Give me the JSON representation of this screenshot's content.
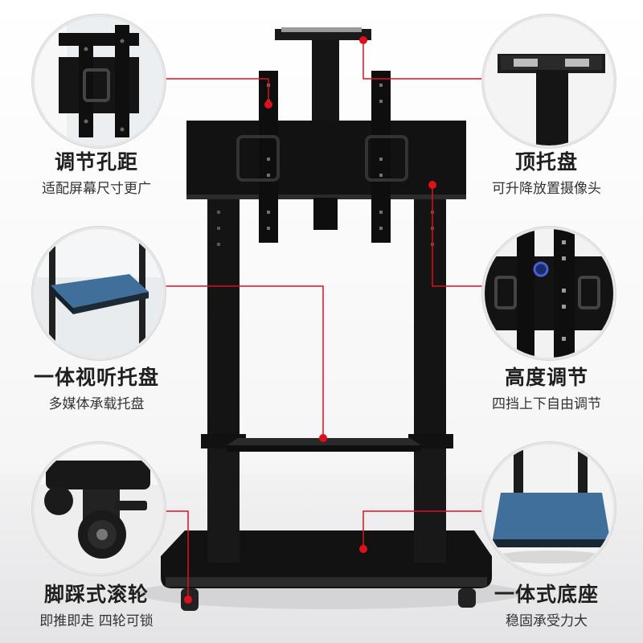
{
  "colors": {
    "accent": "#e0101a",
    "frame": "#151515",
    "shelf_blue": "#3f6f9a"
  },
  "features": {
    "left": [
      {
        "icon": "mount-holes-icon",
        "title": "调节孔距",
        "subtitle": "适配屏幕尺寸更广"
      },
      {
        "icon": "av-shelf-icon",
        "title": "一体视听托盘",
        "subtitle": "多媒体承载托盘"
      },
      {
        "icon": "caster-wheel-icon",
        "title": "脚踩式滚轮",
        "subtitle": "即推即走 四轮可锁"
      }
    ],
    "right": [
      {
        "icon": "top-tray-icon",
        "title": "顶托盘",
        "subtitle": "可升降放置摄像头"
      },
      {
        "icon": "height-adjust-icon",
        "title": "高度调节",
        "subtitle": "四挡上下自由调节"
      },
      {
        "icon": "base-icon",
        "title": "一体式底座",
        "subtitle": "稳固承受力大"
      }
    ]
  }
}
